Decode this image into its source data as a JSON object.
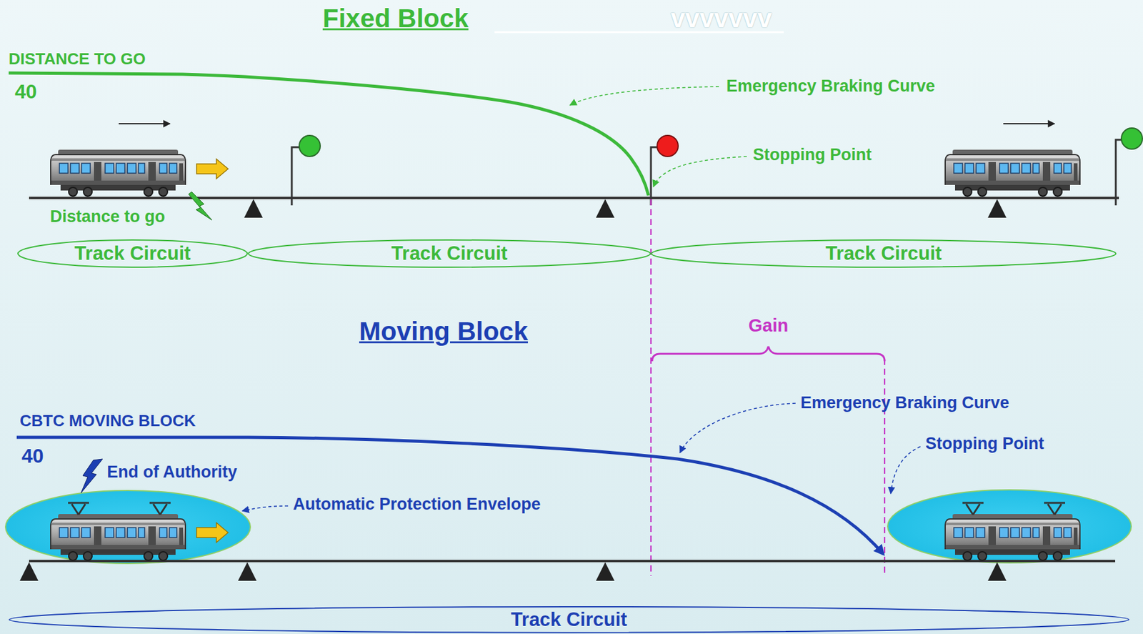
{
  "diagram": {
    "title": "Fixed Block",
    "nodes": [
      {
        "text": [
          "Track Circuit"
        ]
      },
      {
        "text": [
          "Track Circuit"
        ]
      },
      {
        "text": [
          "Track Circuit"
        ]
      },
      {
        "text": [
          "Track Circuit"
        ]
      }
    ],
    "labels": [
      "vvvvvvv",
      "DISTANCE TO GO",
      "40",
      "Emergency Braking Curve",
      "Stopping Point",
      "Distance to go",
      "Moving Block",
      "Gain",
      "Emergency Braking Curve",
      "Stopping Point",
      "CBTC MOVING BLOCK",
      "40",
      "End of Authority",
      "Automatic Protection Envelope"
    ]
  }
}
